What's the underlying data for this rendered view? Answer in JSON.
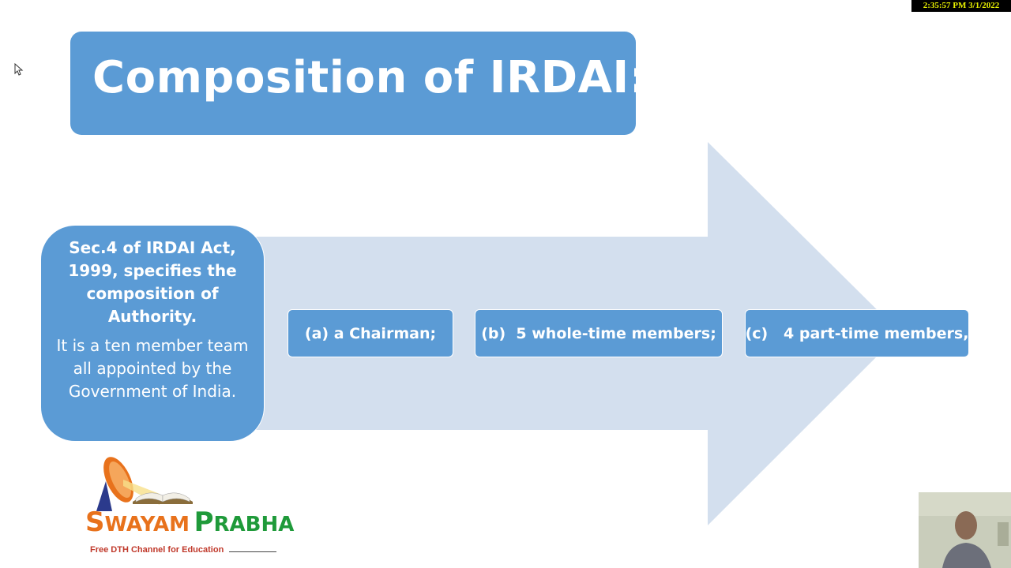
{
  "overlay": {
    "clock": "2:35:57 PM 3/1/2022"
  },
  "slide": {
    "title": "Composition of IRDAI:",
    "left_box": {
      "bold_text": "Sec.4 of IRDAI Act, 1999, specifies the composition of Authority.",
      "normal_text": "It is a ten member team all appointed by the Government of India."
    },
    "items": [
      {
        "label": "(a) a Chairman;"
      },
      {
        "label": "(b)  5 whole-time members;"
      },
      {
        "label": "(c)   4 part-time members,"
      }
    ],
    "logo": {
      "word1_initial": "S",
      "word1_rest": "WAYAM",
      "word2_initial": "P",
      "word2_rest": "RABHA",
      "tagline": "Free DTH Channel for Education"
    }
  },
  "colors": {
    "title_fill": "#5b9bd5",
    "arrow_fill": "#d3dfee",
    "logo_orange": "#e8721c",
    "logo_green": "#1f9a3a",
    "clock_text": "#e8f000"
  },
  "icons": [
    "cursor-pointer-icon",
    "satellite-dish-icon",
    "open-book-icon"
  ]
}
